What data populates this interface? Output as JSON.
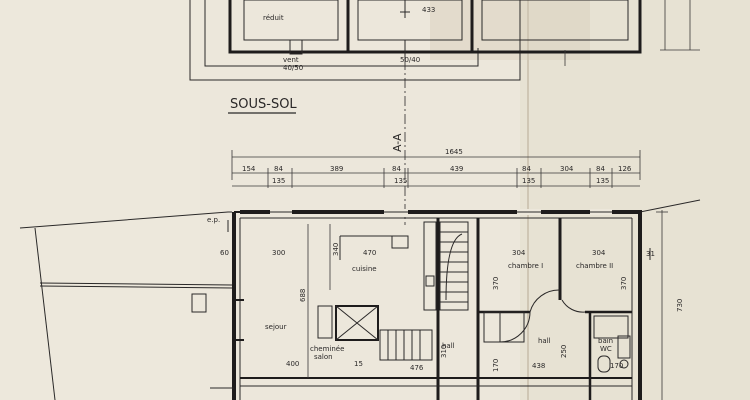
{
  "upper_plan": {
    "title": "SOUS-SOL",
    "room_reduit": "réduit",
    "dim_433": "433",
    "label_vent": "vent",
    "dim_vent": "40/50",
    "dim_vent2": "50/40"
  },
  "section_label": "A-A",
  "dims_top": {
    "total": "1645",
    "row1": [
      "154",
      "84",
      "389",
      "84",
      "439",
      "84",
      "304",
      "84",
      "126"
    ],
    "row2": [
      "135",
      "135",
      "135",
      "135"
    ]
  },
  "rooms": {
    "sejour": "sejour",
    "cuisine": "cuisine",
    "chambre1": "chambre I",
    "chambre2": "chambre II",
    "hall1": "hall",
    "hall2": "hall",
    "cheminee": "cheminée",
    "salon": "salon",
    "bain": "bain",
    "wc": "WC"
  },
  "inner_dims": {
    "d300": "300",
    "d340": "340",
    "d470": "470",
    "d60": "60",
    "d688": "688",
    "d400": "400",
    "d476": "476",
    "d310": "310",
    "d304a": "304",
    "d304b": "304",
    "d370a": "370",
    "d370b": "370",
    "d250": "250",
    "d438": "438",
    "d170a": "170",
    "d170b": "170",
    "d15": "15",
    "d31": "31",
    "d730": "730",
    "ep": "e.p."
  }
}
